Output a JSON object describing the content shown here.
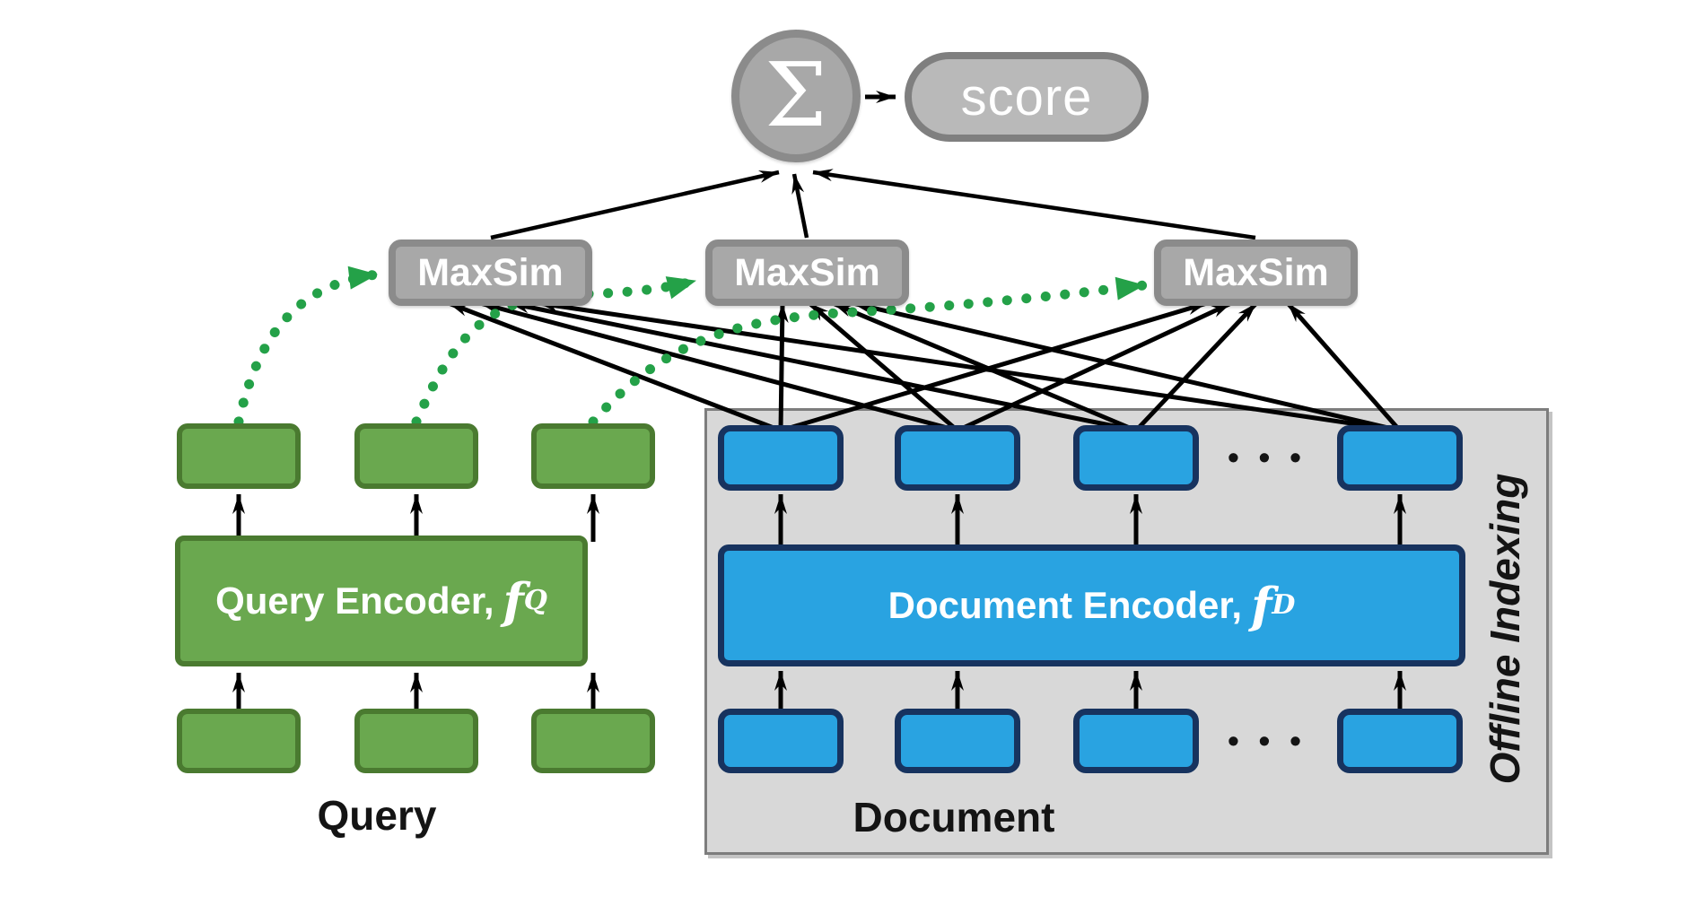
{
  "diagram": {
    "sum_symbol": "Σ",
    "score_label": "score",
    "maxsim": [
      "MaxSim",
      "MaxSim",
      "MaxSim"
    ],
    "query": {
      "encoder_label": "Query Encoder,",
      "encoder_f": "f",
      "encoder_sub": "Q",
      "caption": "Query"
    },
    "document": {
      "encoder_label": "Document Encoder,",
      "encoder_f": "f",
      "encoder_sub": "D",
      "caption": "Document",
      "offline_label": "Offline Indexing",
      "ellipsis_top": "• • •",
      "ellipsis_bottom": "• • •"
    }
  },
  "colors": {
    "green-fill": "#6aa84f",
    "green-border": "#4a7a30",
    "green-accent": "#24a148",
    "blue-fill": "#29a3e1",
    "blue-border": "#17335f",
    "panel-fill": "#d8d8d8",
    "panel-border": "#7d7d7d",
    "node-fill": "#a8a8a8",
    "node-border": "#8b8b8b",
    "pill-fill": "#b9b9b9",
    "pill-border": "#7f7f7f",
    "ink": "#141414"
  }
}
